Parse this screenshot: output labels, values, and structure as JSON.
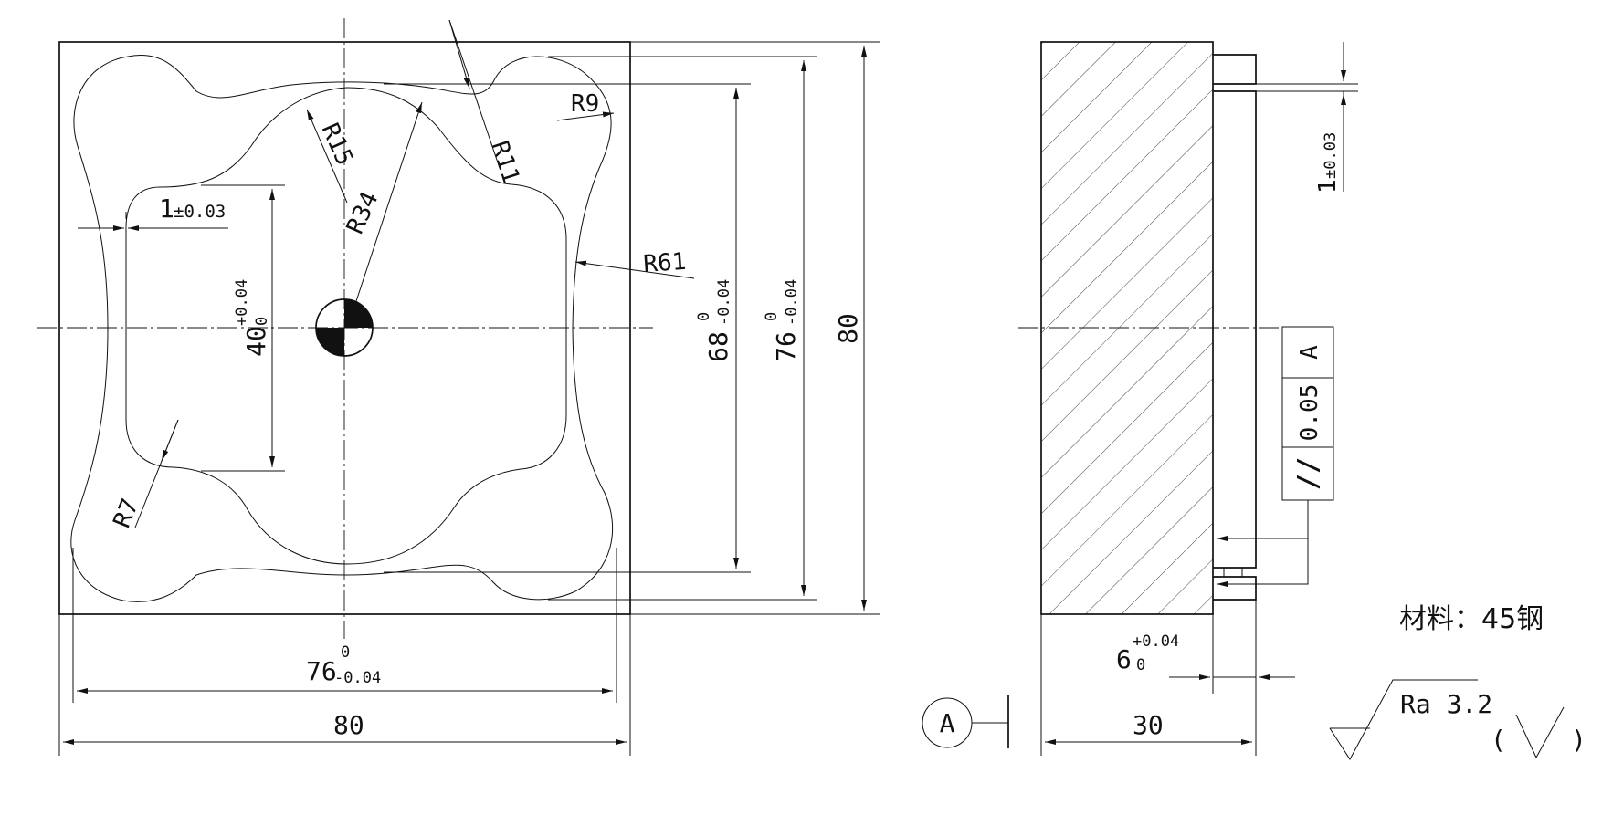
{
  "front_view": {
    "dims": {
      "depth_inner": "1",
      "depth_inner_tol": "±0.03",
      "h40_base": "40",
      "h40_up": "+0.04",
      "h40_lo": "0",
      "h68_base": "68",
      "h68_up": "0",
      "h68_lo": "-0.04",
      "h76_base": "76",
      "h76_up": "0",
      "h76_lo": "-0.04",
      "h80": "80",
      "w76_base": "76",
      "w76_up": "0",
      "w76_lo": "-0.04",
      "w80": "80"
    },
    "radii": {
      "r9": "R9",
      "r11": "R11",
      "r15": "R15",
      "r34": "R34",
      "r61": "R61",
      "r7": "R7"
    }
  },
  "side_view": {
    "dims": {
      "step_base": "1",
      "step_tol": "±0.03",
      "w6_base": "6",
      "w6_up": "+0.04",
      "w6_lo": "0",
      "w30": "30"
    },
    "tolerance_frame": {
      "symbol": "//",
      "value": "0.05",
      "datum": "A"
    }
  },
  "datum": {
    "label": "A"
  },
  "notes": {
    "material": "材料：45钢",
    "roughness": "Ra 3.2",
    "paren_open": "(",
    "paren_close": ")"
  }
}
